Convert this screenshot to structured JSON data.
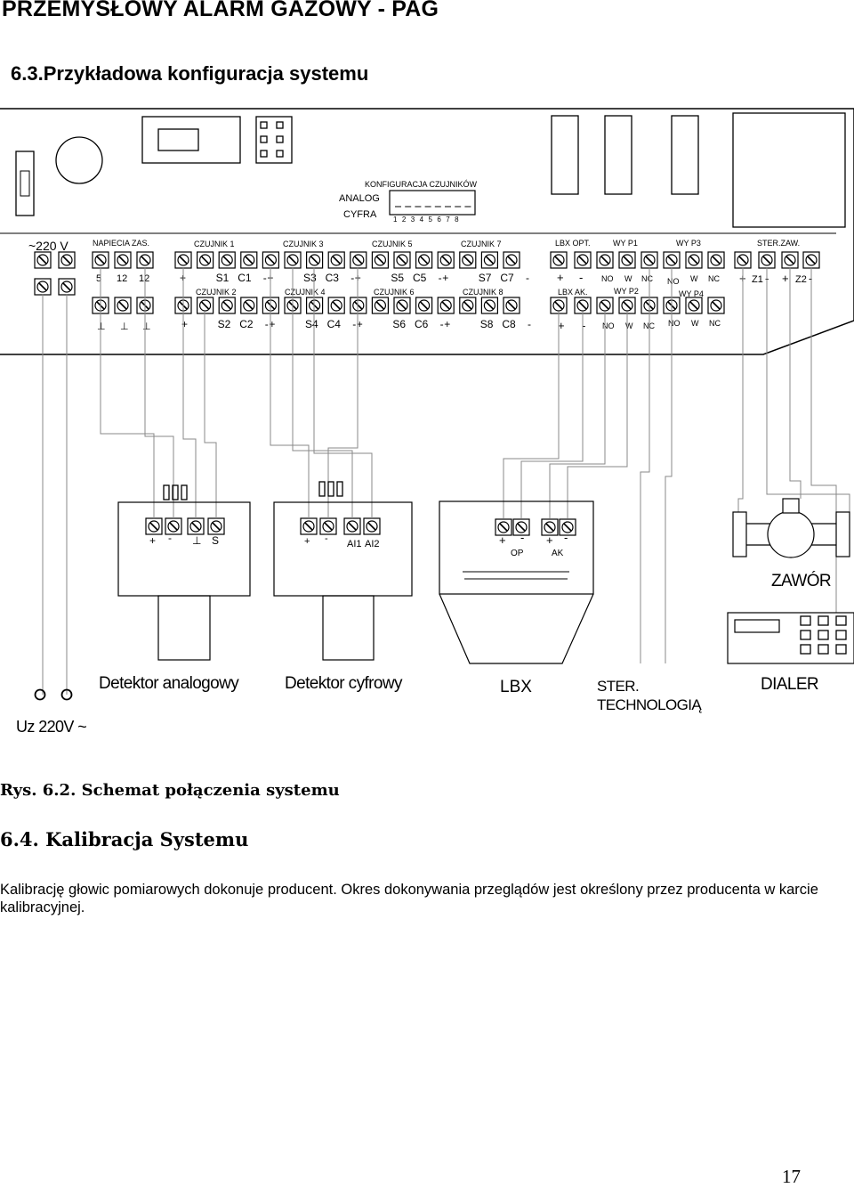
{
  "document": {
    "title": "PRZEMYSŁOWY ALARM GAZOWY - PAG",
    "section": "6.3.Przykładowa konfiguracja systemu",
    "caption": "Rys. 6.2. Schemat połączenia systemu",
    "heading": "6.4. Kalibracja Systemu",
    "paragraph": "Kalibrację głowic pomiarowych dokonuje producent. Okres dokonywania przeglądów jest określony przez producenta w karcie kalibracyjnej.",
    "page_number": "17"
  },
  "board": {
    "config_title": "KONFIGURACJA CZUJNIKÓW",
    "analog": "ANALOG",
    "digital": "CYFRA",
    "dip_numbers": "1 2 3 4 5 6 7 8",
    "supply_label": "~220 V",
    "power_label": "NAPIECIA ZAS.",
    "power_values": [
      "5",
      "12",
      "12"
    ],
    "ground_symbols": [
      "⊥",
      "⊥",
      "⊥"
    ],
    "sensor_top_labels": [
      "CZUJNIK 1",
      "CZUJNIK 3",
      "CZUJNIK 5",
      "CZUJNIK 7"
    ],
    "sensor_mid_labels": [
      "CZUJNIK 2",
      "CZUJNIK 4",
      "CZUJNIK 6",
      "CZUJNIK 8"
    ],
    "sensor_top_terms": [
      [
        "+",
        "S1",
        "C1",
        "-"
      ],
      [
        "+",
        "S3",
        "C3",
        "-"
      ],
      [
        "+",
        "S5",
        "C5",
        "-"
      ],
      [
        "+",
        "S7",
        "C7",
        "-"
      ]
    ],
    "sensor_bottom_terms": [
      [
        "+",
        "S2",
        "C2",
        "-"
      ],
      [
        "+",
        "S4",
        "C4",
        "-"
      ],
      [
        "+",
        "S6",
        "C6",
        "-"
      ],
      [
        "+",
        "S8",
        "C8",
        "-"
      ]
    ],
    "lbx_opt": "LBX OPT.",
    "lbx_ak": "LBX AK.",
    "relay_labels": [
      "WY P1",
      "WY P3",
      "WY P2",
      "WY P4"
    ],
    "relay_terms": [
      "NO",
      "W",
      "NC"
    ],
    "plus": "+",
    "minus": "-",
    "ster_zaw": "STER.ZAW.",
    "z1": "Z1",
    "z2": "Z2"
  },
  "devices": {
    "analog_terms": [
      "+",
      "-",
      "⊥",
      "S"
    ],
    "digital_terms": [
      "+",
      "-",
      "AI1",
      "AI2"
    ],
    "lbx_terms": [
      "+",
      "-",
      "+",
      "-"
    ],
    "op": "OP",
    "ak": "AK",
    "valve": "ZAWÓR",
    "analog_label": "Detektor analogowy",
    "digital_label": "Detektor cyfrowy",
    "lbx_label": "LBX",
    "ster_label_1": "STER.",
    "ster_label_2": "TECHNOLOGIĄ",
    "dialer_label": "DIALER",
    "mains_label": "Uz 220V ~"
  }
}
